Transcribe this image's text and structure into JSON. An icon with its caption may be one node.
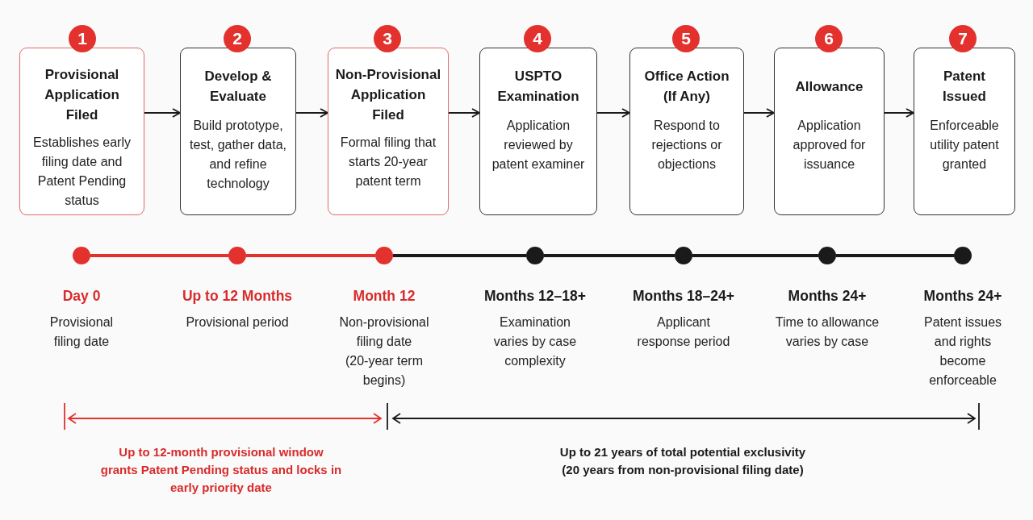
{
  "diagram": {
    "nodes": [
      {
        "text": [
          "1"
        ]
      },
      {
        "text": [
          "2"
        ]
      },
      {
        "text": [
          "3"
        ]
      },
      {
        "text": [
          "4"
        ]
      },
      {
        "text": [
          "5"
        ]
      },
      {
        "text": [
          "6"
        ]
      },
      {
        "text": [
          "7"
        ]
      },
      {
        "text": [
          "Provisional Application Filed",
          "Establishes early filing date and Patent Pending status"
        ]
      },
      {
        "text": [
          "Develop & Evaluate",
          "Build prototype, test, gather data, and refine technology"
        ]
      },
      {
        "text": [
          "Non-Provisional Application Filed",
          "Formal filing that starts 20-year patent term"
        ]
      },
      {
        "text": [
          "USPTO Examination",
          "Application reviewed by patent examiner"
        ]
      },
      {
        "text": [
          "Office Action (If Any)",
          "Respond to rejections or objections"
        ]
      },
      {
        "text": [
          "Allowance",
          "Application approved for issuance"
        ]
      },
      {
        "text": [
          "Patent Issued",
          "Enforceable utility patent granted"
        ]
      },
      {
        "text": [],
        "shape": "circle",
        "beside": [
          "Day 0",
          "Provisional filing date"
        ]
      },
      {
        "text": [],
        "shape": "circle",
        "beside": [
          "Up to 12 Months",
          "Provisional period"
        ]
      },
      {
        "text": [],
        "shape": "circle",
        "beside": [
          "Month 12",
          "Non-provisional filing date (20-year term begins)"
        ]
      },
      {
        "text": [],
        "shape": "circle",
        "beside": [
          "Months 12–18+",
          "Examination varies by case complexity"
        ]
      },
      {
        "text": [],
        "shape": "circle",
        "beside": [
          "Months 18–24+",
          "Applicant response period"
        ]
      },
      {
        "text": [],
        "shape": "circle",
        "beside": [
          "Months 24+",
          "Time to allowance varies by case"
        ]
      },
      {
        "text": [],
        "shape": "circle",
        "beside": [
          "Months 24+",
          "Patent issues and rights become enforceable"
        ]
      }
    ],
    "edges": [
      {
        "from": 7,
        "to": 8,
        "arrow": "to"
      },
      {
        "from": 8,
        "to": 9,
        "arrow": "to"
      },
      {
        "from": 9,
        "to": 10,
        "arrow": "to"
      },
      {
        "from": 10,
        "to": 11,
        "arrow": "to"
      },
      {
        "from": 11,
        "to": 12,
        "arrow": "to"
      },
      {
        "from": 12,
        "to": 13,
        "arrow": "to"
      },
      {
        "from": 14,
        "to": 15,
        "arrow": "none",
        "color": "#e3312d"
      },
      {
        "from": 15,
        "to": 16,
        "arrow": "none",
        "color": "#e3312d"
      },
      {
        "from": 16,
        "to": 17,
        "arrow": "none"
      },
      {
        "from": 17,
        "to": 18,
        "arrow": "none"
      },
      {
        "from": 18,
        "to": 19,
        "arrow": "none"
      },
      {
        "from": 19,
        "to": 20,
        "arrow": "none"
      }
    ],
    "labels": [
      "Up to 12-month provisional window grants Patent Pending status and locks in early priority date",
      "Up to 21 years of total potential exclusivity (20 years from non-provisional filing date)"
    ]
  }
}
